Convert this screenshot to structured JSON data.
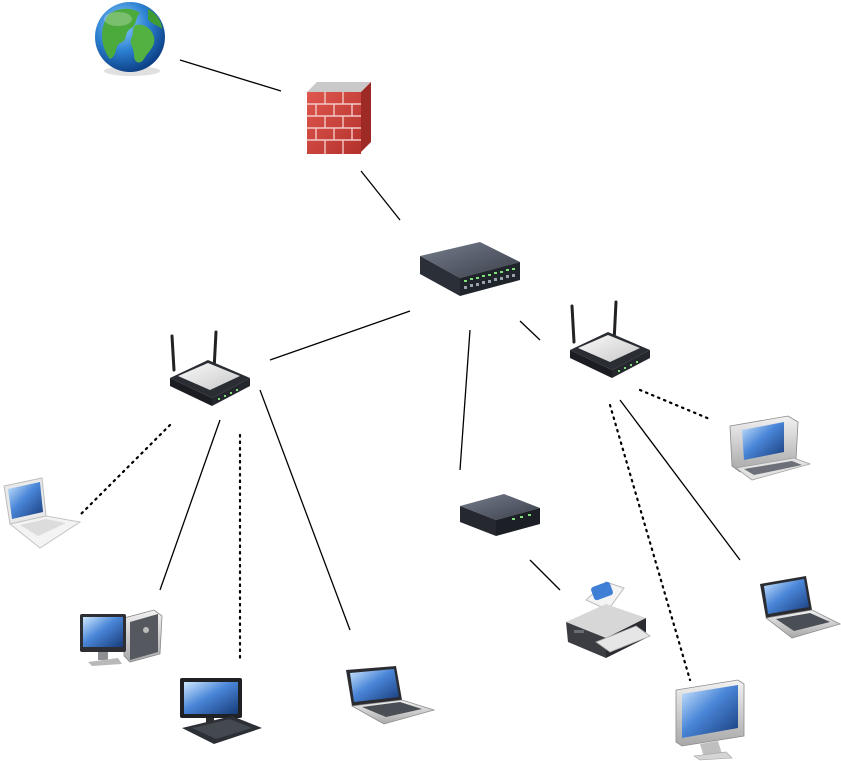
{
  "diagram": {
    "nodes": [
      {
        "id": "internet",
        "icon": "globe-icon"
      },
      {
        "id": "firewall",
        "icon": "firewall-icon"
      },
      {
        "id": "core-switch",
        "icon": "network-switch-icon"
      },
      {
        "id": "access-point-left",
        "icon": "wireless-router-icon"
      },
      {
        "id": "access-point-right",
        "icon": "wireless-router-icon"
      },
      {
        "id": "small-switch",
        "icon": "small-switch-icon"
      },
      {
        "id": "printer",
        "icon": "printer-icon"
      },
      {
        "id": "laptop-white",
        "icon": "white-laptop-icon"
      },
      {
        "id": "desktop-pc",
        "icon": "desktop-computer-icon"
      },
      {
        "id": "tablet-pc",
        "icon": "tablet-laptop-icon"
      },
      {
        "id": "laptop-bottom",
        "icon": "laptop-icon"
      },
      {
        "id": "pda",
        "icon": "handheld-device-icon"
      },
      {
        "id": "laptop-right",
        "icon": "laptop-icon"
      },
      {
        "id": "imac",
        "icon": "imac-icon"
      }
    ],
    "links": [
      {
        "from": "internet",
        "to": "firewall",
        "style": "wired"
      },
      {
        "from": "firewall",
        "to": "core-switch",
        "style": "wired"
      },
      {
        "from": "core-switch",
        "to": "access-point-left",
        "style": "wired"
      },
      {
        "from": "core-switch",
        "to": "small-switch",
        "style": "wired"
      },
      {
        "from": "core-switch",
        "to": "access-point-right",
        "style": "wired"
      },
      {
        "from": "access-point-left",
        "to": "laptop-white",
        "style": "wireless"
      },
      {
        "from": "access-point-left",
        "to": "desktop-pc",
        "style": "wired"
      },
      {
        "from": "access-point-left",
        "to": "tablet-pc",
        "style": "wireless"
      },
      {
        "from": "access-point-left",
        "to": "laptop-bottom",
        "style": "wired"
      },
      {
        "from": "small-switch",
        "to": "printer",
        "style": "wired"
      },
      {
        "from": "access-point-right",
        "to": "pda",
        "style": "wireless"
      },
      {
        "from": "access-point-right",
        "to": "laptop-right",
        "style": "wired"
      },
      {
        "from": "access-point-right",
        "to": "imac",
        "style": "wireless"
      }
    ]
  }
}
